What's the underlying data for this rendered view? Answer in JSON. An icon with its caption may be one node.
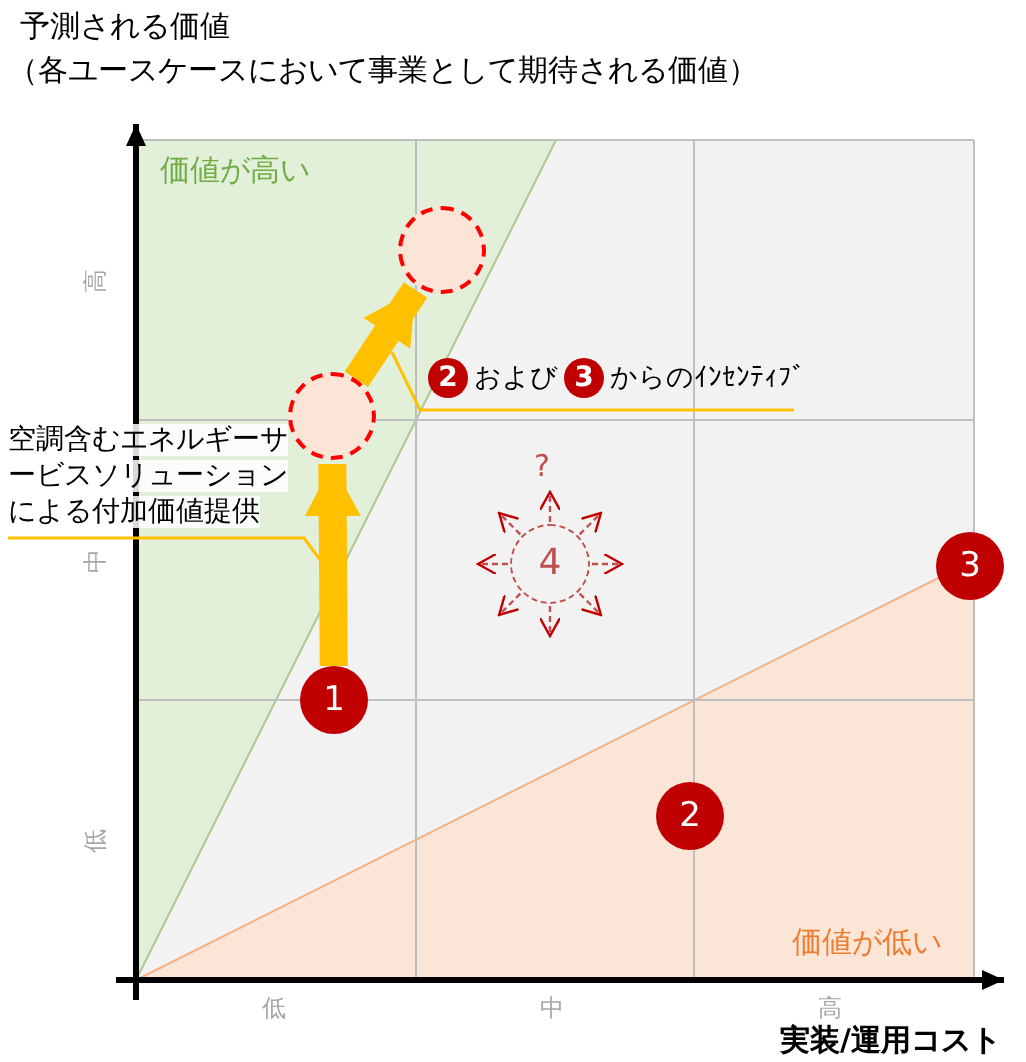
{
  "diagram": {
    "nodes": [
      {
        "text": [
          "1"
        ]
      },
      {
        "text": [
          "2"
        ]
      },
      {
        "text": [
          "3"
        ]
      },
      {
        "text": [
          "4"
        ]
      },
      {
        "text": [],
        "shape": "circle"
      },
      {
        "text": [],
        "shape": "circle"
      },
      {
        "text": [
          "空調含むエネルギーサービスソリューションによる付加価値提供"
        ]
      },
      {
        "text": [
          "2",
          "および",
          "3",
          "からのｲﾝｾﾝﾃｨﾌﾞ"
        ]
      }
    ],
    "edges": [
      {
        "from": 0,
        "to": 4,
        "arrow": "to",
        "style": "thick"
      },
      {
        "from": 4,
        "to": 5,
        "arrow": "to",
        "style": "thick"
      },
      {
        "from": 6,
        "to": null,
        "arrow": "none"
      },
      {
        "from": 7,
        "to": null,
        "arrow": "none"
      }
    ],
    "labels": [
      "予測される価値",
      "（各ユースケースにおいて事業として期待される価値）",
      "価値が高い",
      "高",
      "?",
      "中",
      "低",
      "価値が低い",
      "低",
      "中",
      "高",
      "実装/運用コスト"
    ]
  }
}
